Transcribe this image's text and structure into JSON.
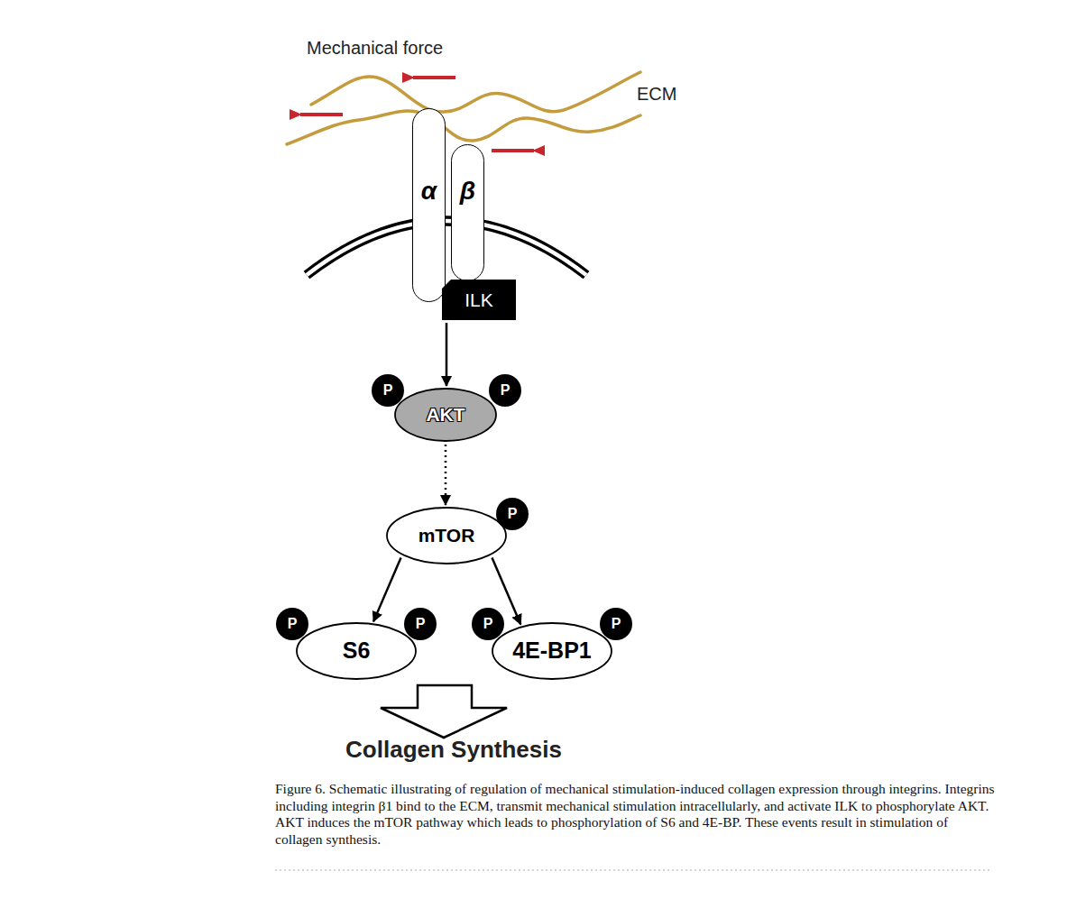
{
  "diagram": {
    "caption": "Figure 6. Schematic illustrating of regulation of mechanical stimulation-induced collagen expression through integrins. Integrins including integrin β1 bind to the ECM, transmit mechanical stimulation intracellularly, and activate ILK to phosphorylate AKT. AKT induces the mTOR pathway which leads to phosphorylation of S6 and 4E-BP. These events result in stimulation of collagen synthesis.",
    "nodes": [
      {
        "text": [
          "α"
        ]
      },
      {
        "text": [
          "β"
        ]
      },
      {
        "text": [
          "ILK"
        ]
      },
      {
        "text": [
          "AKT"
        ]
      },
      {
        "text": [
          "P"
        ]
      },
      {
        "text": [
          "P"
        ]
      },
      {
        "text": [
          "mTOR"
        ]
      },
      {
        "text": [
          "P"
        ]
      },
      {
        "text": [
          "S6"
        ]
      },
      {
        "text": [
          "P"
        ]
      },
      {
        "text": [
          "P"
        ]
      },
      {
        "text": [
          "4E-BP1"
        ]
      },
      {
        "text": [
          "P"
        ]
      },
      {
        "text": [
          "P"
        ]
      }
    ],
    "edges": [
      {
        "from": 2,
        "to": 3,
        "arrow": "to"
      },
      {
        "from": 3,
        "to": 6,
        "arrow": "to"
      },
      {
        "from": 6,
        "to": 8,
        "arrow": "to"
      },
      {
        "from": 6,
        "to": 11,
        "arrow": "to"
      }
    ],
    "labels": [
      "Mechanical force",
      "ECM",
      "Collagen Synthesis"
    ]
  }
}
